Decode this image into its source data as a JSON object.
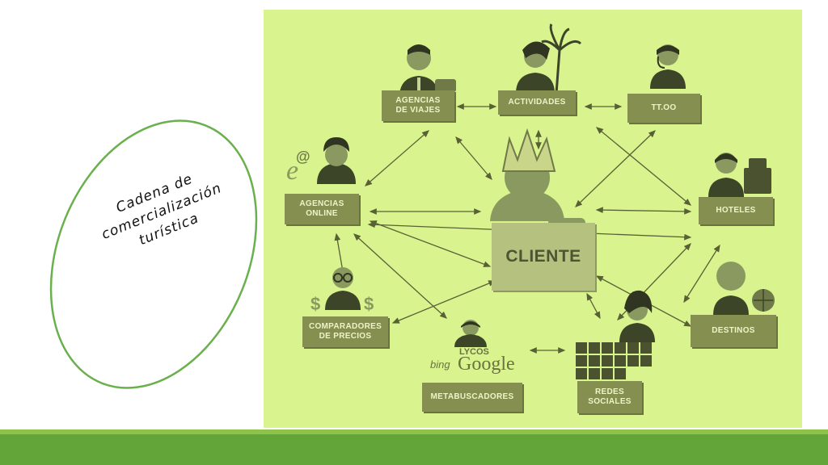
{
  "title": {
    "line1": "Cadena de",
    "line2": "comercialización",
    "line3": "turística"
  },
  "nodes": {
    "agencias_viajes": "AGENCIAS\nDE VIAJES",
    "actividades": "ACTIVIDADES",
    "ttoo": "TT.OO",
    "agencias_online": "AGENCIAS\nONLINE",
    "hoteles": "HOTELES",
    "cliente": "CLIENTE",
    "comparadores": "COMPARADORES\nDE PRECIOS",
    "destinos": "DESTINOS",
    "metabuscadores": "METABUSCADORES",
    "redes_sociales": "REDES\nSOCIALES"
  },
  "meta_logos": {
    "lycos": "LYCOS",
    "google": "Google",
    "bing": "bing"
  },
  "colors": {
    "panel": "#d9f38f",
    "label_box": "#858f4f",
    "figure": "#2f3520",
    "oval_stroke": "#6ab04c",
    "bottom_bar": "#63a539"
  }
}
